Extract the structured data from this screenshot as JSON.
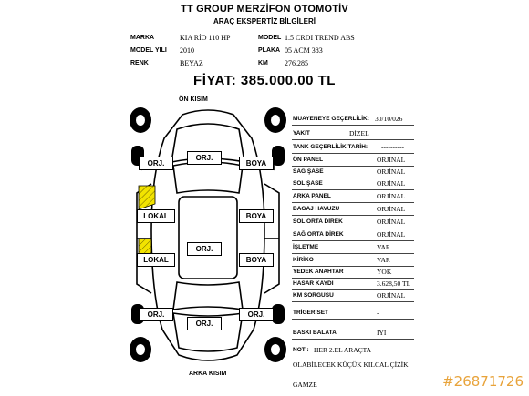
{
  "header": {
    "company": "TT GROUP MERZİFON OTOMOTİV",
    "subtitle": "ARAÇ EKSPERTİZ BİLGİLERİ"
  },
  "specs": {
    "marka_label": "MARKA",
    "marka": "KIA RİO 110 HP",
    "model_yili_label": "MODEL YILI",
    "model_yili": "2010",
    "renk_label": "RENK",
    "renk": "BEYAZ",
    "model_label": "MODEL",
    "model": "1.5 CRDI TREND ABS",
    "plaka_label": "PLAKA",
    "plaka": "05 ACM 383",
    "km_label": "KM",
    "km": "276.285"
  },
  "price": "FİYAT: 385.000.00 TL",
  "diagram": {
    "front_label": "ÖN KISIM",
    "rear_label": "ARKA KISIM",
    "tags": {
      "front_left": "ORJ.",
      "hood": "ORJ.",
      "front_right": "BOYA",
      "front_left_door": "LOKAL",
      "front_right_door": "BOYA",
      "roof": "ORJ.",
      "rear_left_door": "LOKAL",
      "rear_right_door": "BOYA",
      "rear_left": "ORJ.",
      "trunk": "ORJ.",
      "rear_right": "ORJ."
    },
    "colors": {
      "boya_hatch": "#f2e300"
    }
  },
  "report": [
    {
      "label": "MUAYENEYE GEÇERLİLİK:",
      "value": "30/10/026"
    },
    {
      "label": "YAKIT",
      "value": "DİZEL"
    },
    {
      "label": "TANK GEÇERLİLİK TARİH:",
      "value": "----------"
    },
    {
      "label": "ÖN PANEL",
      "value": "ORJİNAL"
    },
    {
      "label": "SAĞ ŞASE",
      "value": "ORJİNAL"
    },
    {
      "label": "SOL ŞASE",
      "value": "ORJİNAL"
    },
    {
      "label": "ARKA PANEL",
      "value": "ORJİNAL"
    },
    {
      "label": "BAGAJ HAVUZU",
      "value": "ORJİNAL"
    },
    {
      "label": "SOL ORTA DİREK",
      "value": "ORJİNAL"
    },
    {
      "label": "SAĞ ORTA DİREK",
      "value": "ORJİNAL"
    },
    {
      "label": "İŞLETME",
      "value": "VAR"
    },
    {
      "label": "KİRİKO",
      "value": "VAR"
    },
    {
      "label": "YEDEK ANAHTAR",
      "value": "YOK"
    },
    {
      "label": "HASAR KAYDI",
      "value": "3.628,50 TL"
    },
    {
      "label": "KM SORGUSU",
      "value": "ORJİNAL"
    },
    {
      "label": "TRİGER SET",
      "value": "-"
    },
    {
      "label": "BASKI BALATA",
      "value": "İYİ"
    }
  ],
  "note": {
    "label": "NOT :",
    "line1": "HER 2.EL ARAÇTA",
    "line2": "OLABİLECEK KÜÇÜK KILCAL ÇİZİK",
    "line3": "GAMZE"
  },
  "listing_id": "#26871726"
}
